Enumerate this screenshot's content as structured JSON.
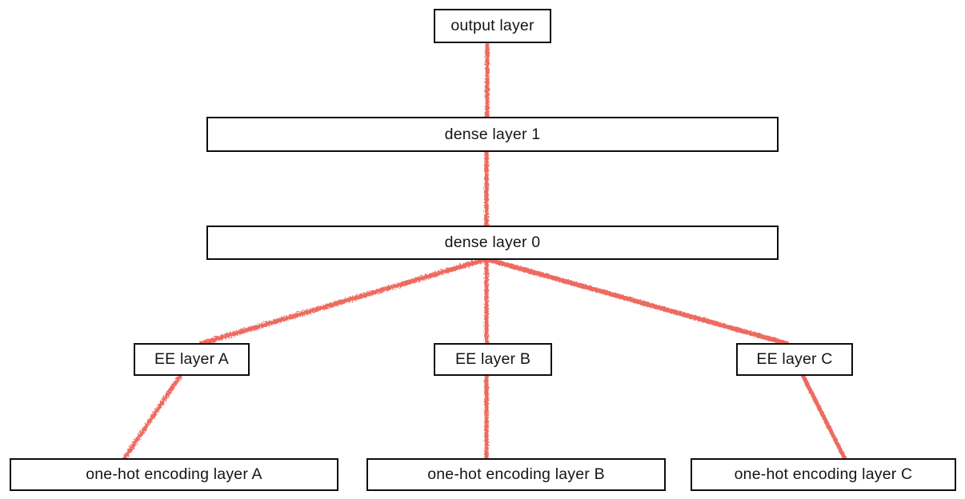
{
  "nodes": {
    "output": {
      "label": "output layer"
    },
    "dense1": {
      "label": "dense layer 1"
    },
    "dense0": {
      "label": "dense layer 0"
    },
    "eeA": {
      "label": "EE layer A"
    },
    "eeB": {
      "label": "EE layer B"
    },
    "eeC": {
      "label": "EE layer C"
    },
    "onehotA": {
      "label": "one-hot encoding layer A"
    },
    "onehotB": {
      "label": "one-hot encoding layer B"
    },
    "onehotC": {
      "label": "one-hot encoding layer C"
    }
  },
  "edges": [
    {
      "from": "output layer",
      "to": "dense layer 1"
    },
    {
      "from": "dense layer 1",
      "to": "dense layer 0"
    },
    {
      "from": "dense layer 0",
      "to": "EE layer A"
    },
    {
      "from": "dense layer 0",
      "to": "EE layer B"
    },
    {
      "from": "dense layer 0",
      "to": "EE layer C"
    },
    {
      "from": "EE layer A",
      "to": "one-hot encoding layer A"
    },
    {
      "from": "EE layer B",
      "to": "one-hot encoding layer B"
    },
    {
      "from": "EE layer C",
      "to": "one-hot encoding layer C"
    }
  ],
  "colors": {
    "edge": "#ed6a5e",
    "box_border": "#0d0d0d",
    "box_fill": "#ffffff",
    "text": "#151515",
    "background": "#ffffff"
  }
}
